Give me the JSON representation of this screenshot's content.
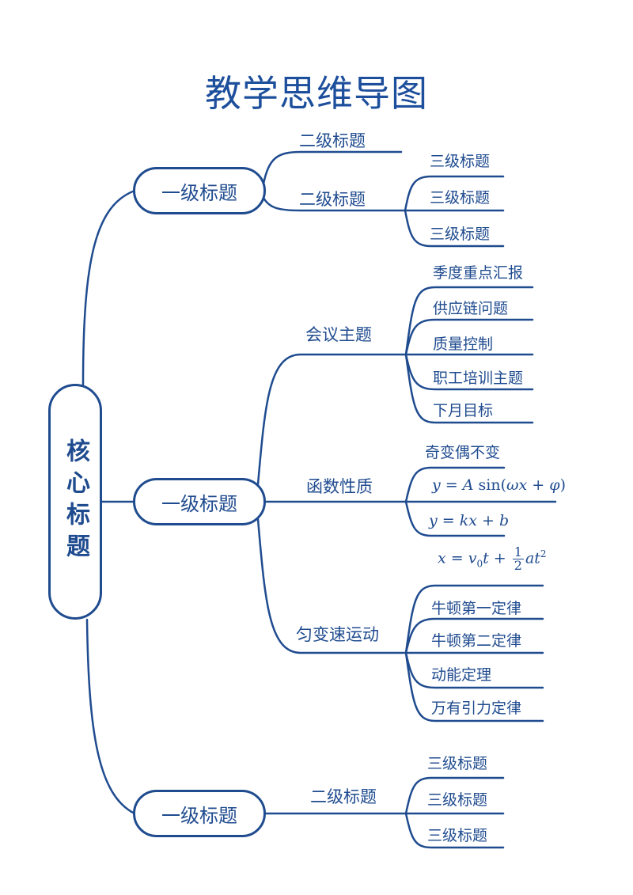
{
  "title": "教学思维导图",
  "core": {
    "label": "核心标题"
  },
  "colors": {
    "line": "#1f4b8f",
    "title": "#1d4f9c",
    "background": "#ffffff"
  },
  "branches": [
    {
      "label": "一级标题",
      "children": [
        {
          "label": "二级标题",
          "children": []
        },
        {
          "label": "二级标题",
          "children": [
            {
              "label": "三级标题"
            },
            {
              "label": "三级标题"
            },
            {
              "label": "三级标题"
            }
          ]
        }
      ]
    },
    {
      "label": "一级标题",
      "children": [
        {
          "label": "会议主题",
          "children": [
            {
              "label": "季度重点汇报"
            },
            {
              "label": "供应链问题"
            },
            {
              "label": "质量控制"
            },
            {
              "label": "职工培训主题"
            },
            {
              "label": "下月目标"
            }
          ]
        },
        {
          "label": "函数性质",
          "children": [
            {
              "label": "奇变偶不变"
            },
            {
              "label": "y = A sin(ωx + φ)",
              "math": true
            },
            {
              "label": "y = kx + b",
              "math": true
            }
          ]
        },
        {
          "label": "匀变速运动",
          "children": [
            {
              "label": "x = v0t + 1/2 at^2",
              "math": true
            },
            {
              "label": "牛顿第一定律"
            },
            {
              "label": "牛顿第二定律"
            },
            {
              "label": "动能定理"
            },
            {
              "label": "万有引力定律"
            }
          ]
        }
      ]
    },
    {
      "label": "一级标题",
      "children": [
        {
          "label": "二级标题",
          "children": [
            {
              "label": "三级标题"
            },
            {
              "label": "三级标题"
            },
            {
              "label": "三级标题"
            }
          ]
        }
      ]
    }
  ],
  "math_parts": {
    "sin_eq": {
      "y": "y",
      "eq": "=",
      "A": "A",
      "fn": "sin",
      "open": "(",
      "omega": "ωx",
      "plus": "+",
      "phi": "φ",
      "close": ")"
    },
    "lin_eq": {
      "y": "y",
      "eq": "=",
      "kx": "kx",
      "plus": "+",
      "b": "b"
    },
    "kin_eq": {
      "x": "x",
      "eq": "=",
      "v": "v",
      "sub": "0",
      "t": "t",
      "plus": "+",
      "num": "1",
      "den": "2",
      "at": "at",
      "sup": "2"
    }
  }
}
